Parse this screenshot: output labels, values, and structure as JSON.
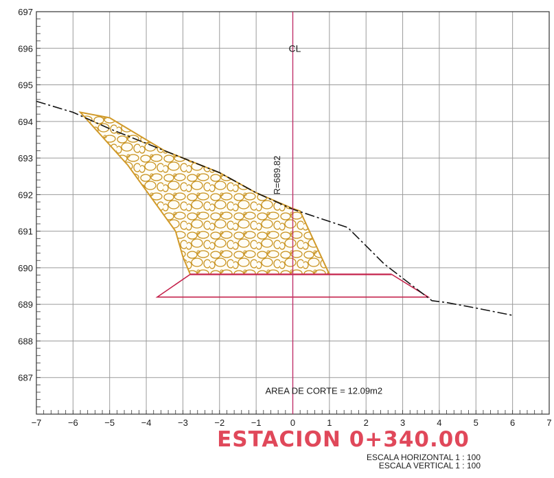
{
  "chart_data": {
    "type": "cross-section",
    "xlim": [
      -7,
      7
    ],
    "ylim": [
      686,
      697
    ],
    "x_ticks": [
      -7,
      -6,
      -5,
      -4,
      -3,
      -2,
      -1,
      0,
      1,
      2,
      3,
      4,
      5,
      6,
      7
    ],
    "y_ticks": [
      687,
      688,
      689,
      690,
      691,
      692,
      693,
      694,
      695,
      696,
      697
    ],
    "grid": true,
    "centerline_label": "CL",
    "radius_label": "R=689.82",
    "area_label": "AREA DE CORTE  =  12.09m2",
    "terrain": {
      "x": [
        -7,
        -6,
        -5,
        -3.5,
        -2,
        -1,
        0,
        1.5,
        2.5,
        3.8,
        4.2,
        5,
        6
      ],
      "y": [
        694.55,
        694.25,
        693.8,
        693.2,
        692.6,
        692.05,
        691.6,
        691.1,
        690.1,
        689.1,
        689.05,
        688.9,
        688.7
      ]
    },
    "cut_area": {
      "x": [
        -5.8,
        -5.0,
        -3.5,
        -2.0,
        -1.0,
        0.0,
        0.2,
        1.0,
        -2.8,
        -3.0,
        -3.2,
        -4.5,
        -5.8
      ],
      "y": [
        694.25,
        694.1,
        693.2,
        692.6,
        692.05,
        691.62,
        691.55,
        689.82,
        689.82,
        690.3,
        691.0,
        692.8,
        694.25
      ]
    },
    "road_top": {
      "x": [
        -2.8,
        2.7
      ],
      "y": [
        689.82,
        689.82
      ]
    },
    "road_section": {
      "x": [
        -2.8,
        -3.7,
        3.7,
        2.7
      ],
      "y": [
        689.82,
        689.2,
        689.2,
        689.82
      ]
    },
    "colors": {
      "grid": "#9a9a9a",
      "centerline": "#c0306a",
      "pavement": "#c4204a",
      "cut_fill": "#d19a2a",
      "terrain": "#111111"
    }
  },
  "title": "ESTACION 0+340.00",
  "scale_horizontal": "ESCALA HORIZONTAL 1 : 100",
  "scale_vertical": "ESCALA VERTICAL 1 : 100"
}
